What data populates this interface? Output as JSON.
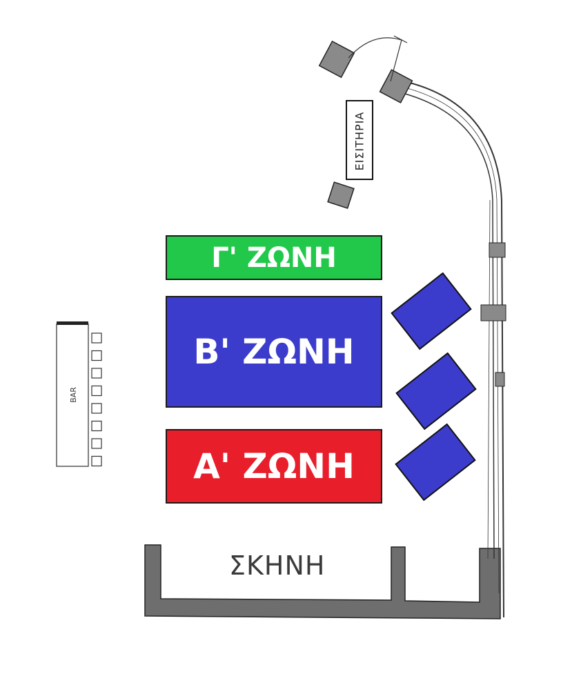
{
  "zones": {
    "g": {
      "label": "Γ' ΖΩΝΗ",
      "color": "#22c84a"
    },
    "b": {
      "label": "Β' ΖΩΝΗ",
      "color": "#3c3ccc"
    },
    "a": {
      "label": "Α' ΖΩΝΗ",
      "color": "#e81e2b"
    }
  },
  "stage": {
    "label": "ΣΚΗΝΗ"
  },
  "tickets": {
    "label": "ΕΙΣΙΤΗΡΙΑ"
  },
  "bar": {
    "label": "BAR",
    "stools": 8
  },
  "side_tables": {
    "count": 3,
    "color": "#3c3ccc"
  },
  "wall_color": "#6e6e6e"
}
